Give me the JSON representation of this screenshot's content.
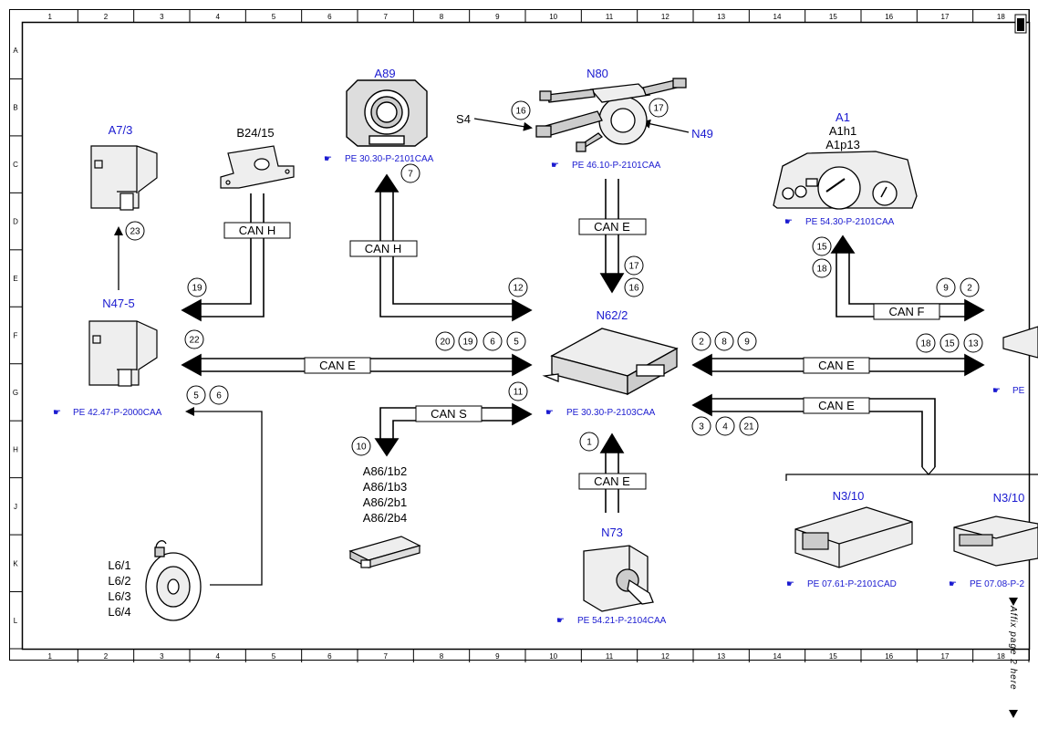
{
  "grid": {
    "columns": [
      "1",
      "2",
      "3",
      "4",
      "5",
      "6",
      "7",
      "8",
      "9",
      "10",
      "11",
      "12",
      "13",
      "14",
      "15",
      "16",
      "17",
      "18"
    ],
    "rows": [
      "A",
      "B",
      "C",
      "D",
      "E",
      "F",
      "G",
      "H",
      "J",
      "K",
      "L"
    ]
  },
  "components": {
    "a7_3": {
      "code": "A7/3"
    },
    "b24_15": {
      "code": "B24/15"
    },
    "a89": {
      "code": "A89",
      "ref": "PE 30.30-P-2101CAA"
    },
    "n80": {
      "code": "N80",
      "ref": "PE 46.10-P-2101CAA"
    },
    "s4": {
      "code": "S4"
    },
    "n49": {
      "code": "N49"
    },
    "a1": {
      "code": "A1",
      "sub1": "A1h1",
      "sub2": "A1p13",
      "ref": "PE 54.30-P-2101CAA"
    },
    "n47_5": {
      "code": "N47-5",
      "ref": "PE 42.47-P-2000CAA"
    },
    "n62_2": {
      "code": "N62/2",
      "ref": "PE 30.30-P-2103CAA"
    },
    "a86": {
      "codes": [
        "A86/1b2",
        "A86/1b3",
        "A86/2b1",
        "A86/2b4"
      ]
    },
    "l6": {
      "codes": [
        "L6/1",
        "L6/2",
        "L6/3",
        "L6/4"
      ]
    },
    "n73": {
      "code": "N73",
      "ref": "PE 54.21-P-2104CAA"
    },
    "n3_10_a": {
      "code": "N3/10",
      "ref": "PE 07.61-P-2101CAD"
    },
    "n3_10_b": {
      "code": "N3/10",
      "ref": "PE 07.08-P-2"
    },
    "right_ref": {
      "ref": "PE"
    }
  },
  "buses": {
    "can_h_1": "CAN H",
    "can_h_2": "CAN H",
    "can_e_down": "CAN E",
    "can_f": "CAN F",
    "can_e_left": "CAN E",
    "can_s": "CAN S",
    "can_e_right": "CAN E",
    "can_e_right2": "CAN E",
    "can_e_up": "CAN E"
  },
  "circles": {
    "c7": "7",
    "c16": "16",
    "c17": "17",
    "c23": "23",
    "c19a": "19",
    "c12": "12",
    "c17b": "17",
    "c16b": "16",
    "c15": "15",
    "c18": "18",
    "c9": "9",
    "c2": "2",
    "c22": "22",
    "c20": "20",
    "c19b": "19",
    "c6a": "6",
    "c5a": "5",
    "c2b": "2",
    "c8": "8",
    "c9b": "9",
    "c18b": "18",
    "c15b": "15",
    "c13": "13",
    "c5b": "5",
    "c6b": "6",
    "c11": "11",
    "c3": "3",
    "c4": "4",
    "c21": "21",
    "c10": "10",
    "c1": "1"
  },
  "side_note": "Affix page 2 here",
  "colors": {
    "label_blue": "#1a1ad0",
    "line": "#000000"
  }
}
